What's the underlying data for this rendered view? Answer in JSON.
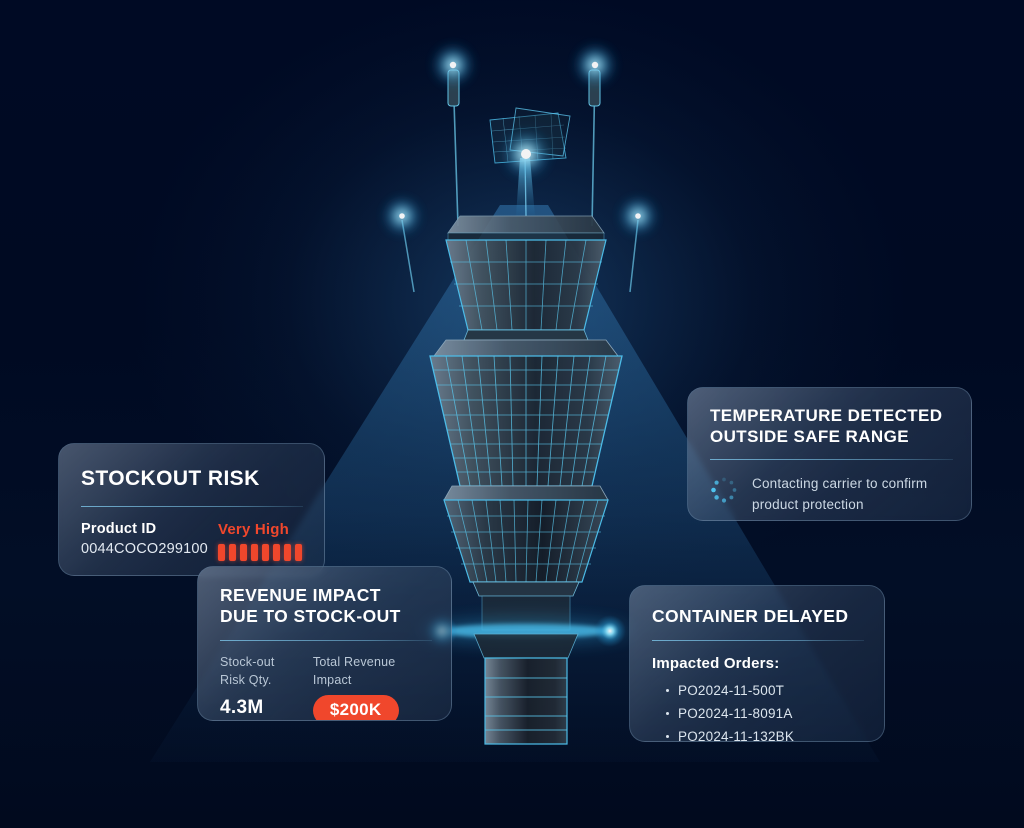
{
  "scene": {
    "background_color": "#000a24",
    "accent_color": "#3fc4f0",
    "alert_color": "#f0472c",
    "hero_graphic": "air-traffic-control-tower-wireframe"
  },
  "cards": {
    "stockout": {
      "title": "STOCKOUT RISK",
      "product_id_label": "Product ID",
      "product_id_value": "0044COCO299100",
      "risk_label": "Very High",
      "risk_bars": 8
    },
    "revenue": {
      "title_line1": "REVENUE IMPACT",
      "title_line2": "DUE TO STOCK-OUT",
      "qty_caption_line1": "Stock-out",
      "qty_caption_line2": "Risk Qty.",
      "qty_value": "4.3M",
      "impact_caption_line1": "Total Revenue",
      "impact_caption_line2": "Impact",
      "impact_value": "$200K"
    },
    "temperature": {
      "title_line1": "TEMPERATURE DETECTED",
      "title_line2": "OUTSIDE SAFE RANGE",
      "status_icon": "loading-spinner-icon",
      "status_text": "Contacting carrier to confirm product protection"
    },
    "container": {
      "title": "CONTAINER DELAYED",
      "orders_heading": "Impacted Orders:",
      "orders": [
        "PO2024-11-500T",
        "PO2024-11-8091A",
        "PO2024-11-132BK"
      ]
    }
  }
}
